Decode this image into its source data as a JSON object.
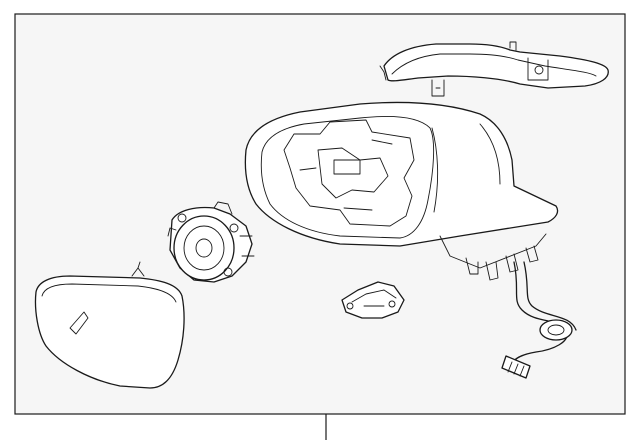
{
  "diagram": {
    "background": "#ffffff",
    "frame_color": "#f6f6f6",
    "line_color": "#1a1a1a",
    "parts": [
      {
        "id": "turn-signal-lamp",
        "icon": "turn-signal-lamp-icon"
      },
      {
        "id": "mirror-housing",
        "icon": "mirror-housing-icon"
      },
      {
        "id": "wire-harness",
        "icon": "wire-harness-icon"
      },
      {
        "id": "cover-bracket",
        "icon": "bracket-icon"
      },
      {
        "id": "motor-actuator",
        "icon": "motor-icon"
      },
      {
        "id": "mirror-glass",
        "icon": "mirror-glass-icon"
      }
    ]
  }
}
